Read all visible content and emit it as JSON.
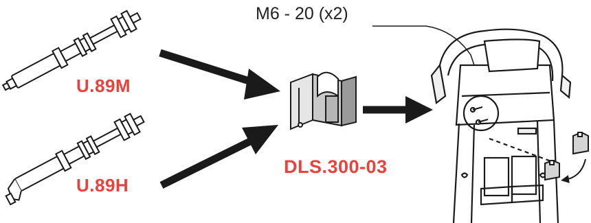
{
  "labels": {
    "part_top": "U.89M",
    "part_bottom": "U.89H",
    "adapter": "DLS.300-03",
    "screw_callout": "M6 - 20  (x2)"
  },
  "colors": {
    "label": "#e8423b",
    "line": "#1a1a1a",
    "fill_light": "#e6e6e6",
    "fill_mid": "#c9c9c9",
    "fill_dark": "#9a9a9a"
  },
  "icons": {
    "arrow_top": "arrow-right-down-icon",
    "arrow_bottom": "arrow-right-up-icon",
    "arrow_middle": "arrow-right-icon",
    "curved_arrow": "curved-arrow-icon"
  }
}
